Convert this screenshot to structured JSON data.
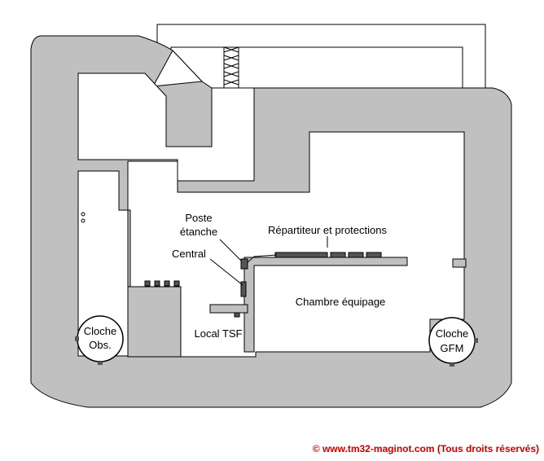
{
  "labels": {
    "poste_etanche_1": "Poste",
    "poste_etanche_2": "étanche",
    "repartiteur": "Répartiteur et protections",
    "central": "Central",
    "chambre": "Chambre équipage",
    "local_tsf": "Local TSF",
    "cloche_obs_1": "Cloche",
    "cloche_obs_2": "Obs.",
    "cloche_gfm_1": "Cloche",
    "cloche_gfm_2": "GFM"
  },
  "copyright": "© www.tm32-maginot.com (Tous droits réservés)",
  "colors": {
    "concrete": "#c0c0c0",
    "room": "#ffffff",
    "outline": "#000000",
    "equipment": "#555555",
    "copyright": "#c00000"
  }
}
